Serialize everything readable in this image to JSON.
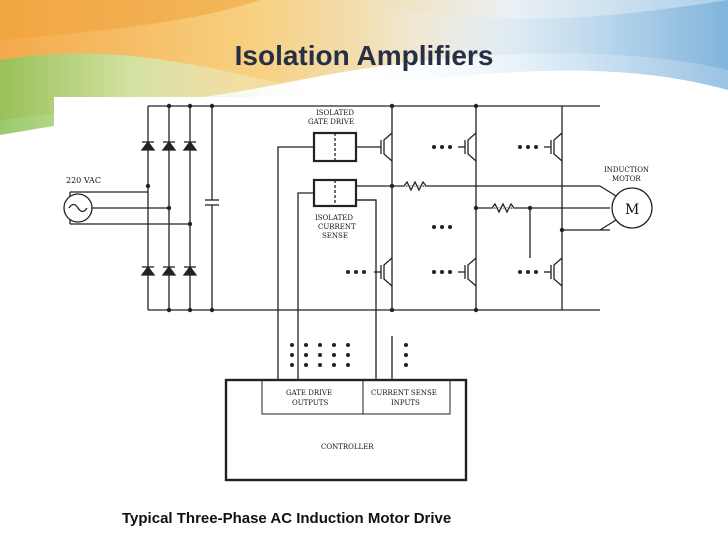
{
  "slide": {
    "title": "Isolation Amplifiers",
    "caption": "Typical Three-Phase AC Induction Motor Drive"
  },
  "diagram": {
    "source_label": "220 VAC",
    "gate_drive_label_line1": "ISOLATED",
    "gate_drive_label_line2": "GATE DRIVE",
    "current_sense_label_line1": "ISOLATED",
    "current_sense_label_line2": "CURRENT",
    "current_sense_label_line3": "SENSE",
    "motor_label_line1": "INDUCTION",
    "motor_label_line2": "MOTOR",
    "motor_symbol": "M",
    "controller_label": "CONTROLLER",
    "gate_outputs_line1": "GATE DRIVE",
    "gate_outputs_line2": "OUTPUTS",
    "sense_inputs_line1": "CURRENT SENSE",
    "sense_inputs_line2": "INPUTS",
    "colors": {
      "line": "#222222",
      "title": "#262f45",
      "accent_orange": "#f29b2c",
      "accent_green": "#a8cf6a",
      "accent_blue": "#7fb3d9"
    }
  }
}
